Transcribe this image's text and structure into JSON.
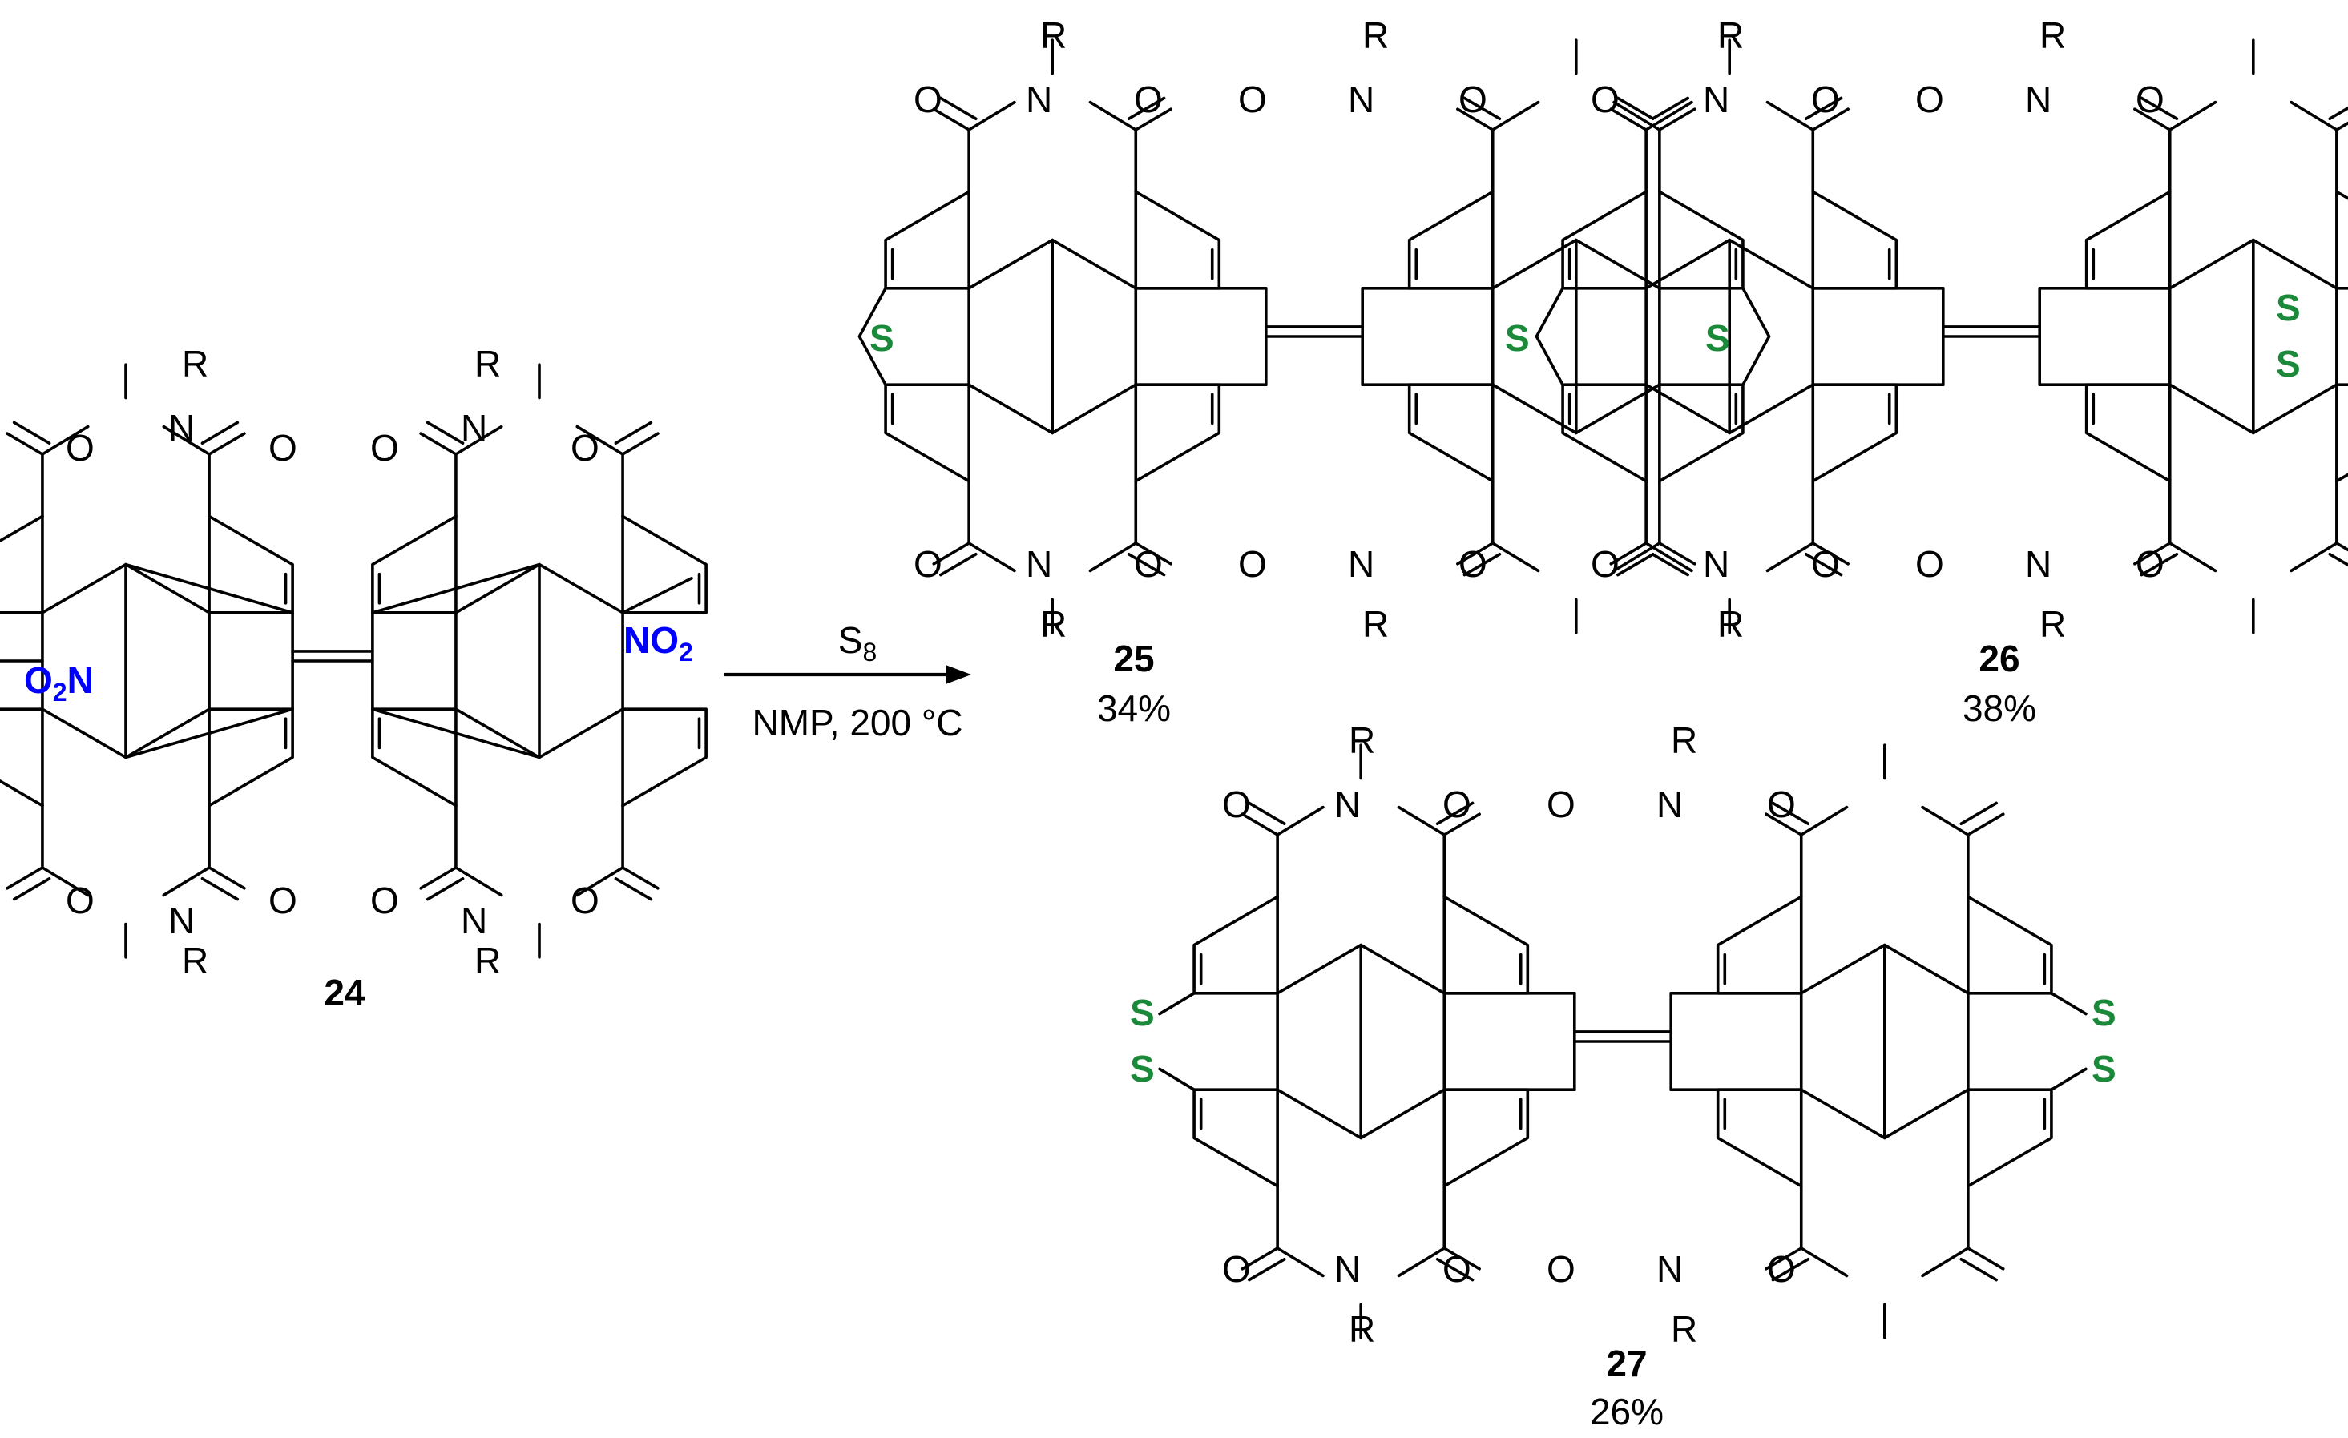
{
  "colors": {
    "bond": "#000000",
    "text": "#000000",
    "nitro": "#0000ff",
    "sulfur": "#1a8a3a",
    "background": "#ffffff"
  },
  "atoms": {
    "substituent": "R",
    "nitrogen": "N",
    "oxygen": "O",
    "sulfur": "S"
  },
  "starting_material": {
    "id": "24",
    "nitro_group": "NO",
    "nitro_subscript": "2",
    "nitro_group_left": "O",
    "nitro_group_left_subscript": "2",
    "nitro_group_left_tail": "N"
  },
  "reaction": {
    "reagent": "S",
    "reagent_subscript": "8",
    "conditions": "NMP, 200 °C"
  },
  "products": [
    {
      "id": "25",
      "yield": "34%"
    },
    {
      "id": "26",
      "yield": "38%"
    },
    {
      "id": "27",
      "yield": "26%"
    }
  ]
}
